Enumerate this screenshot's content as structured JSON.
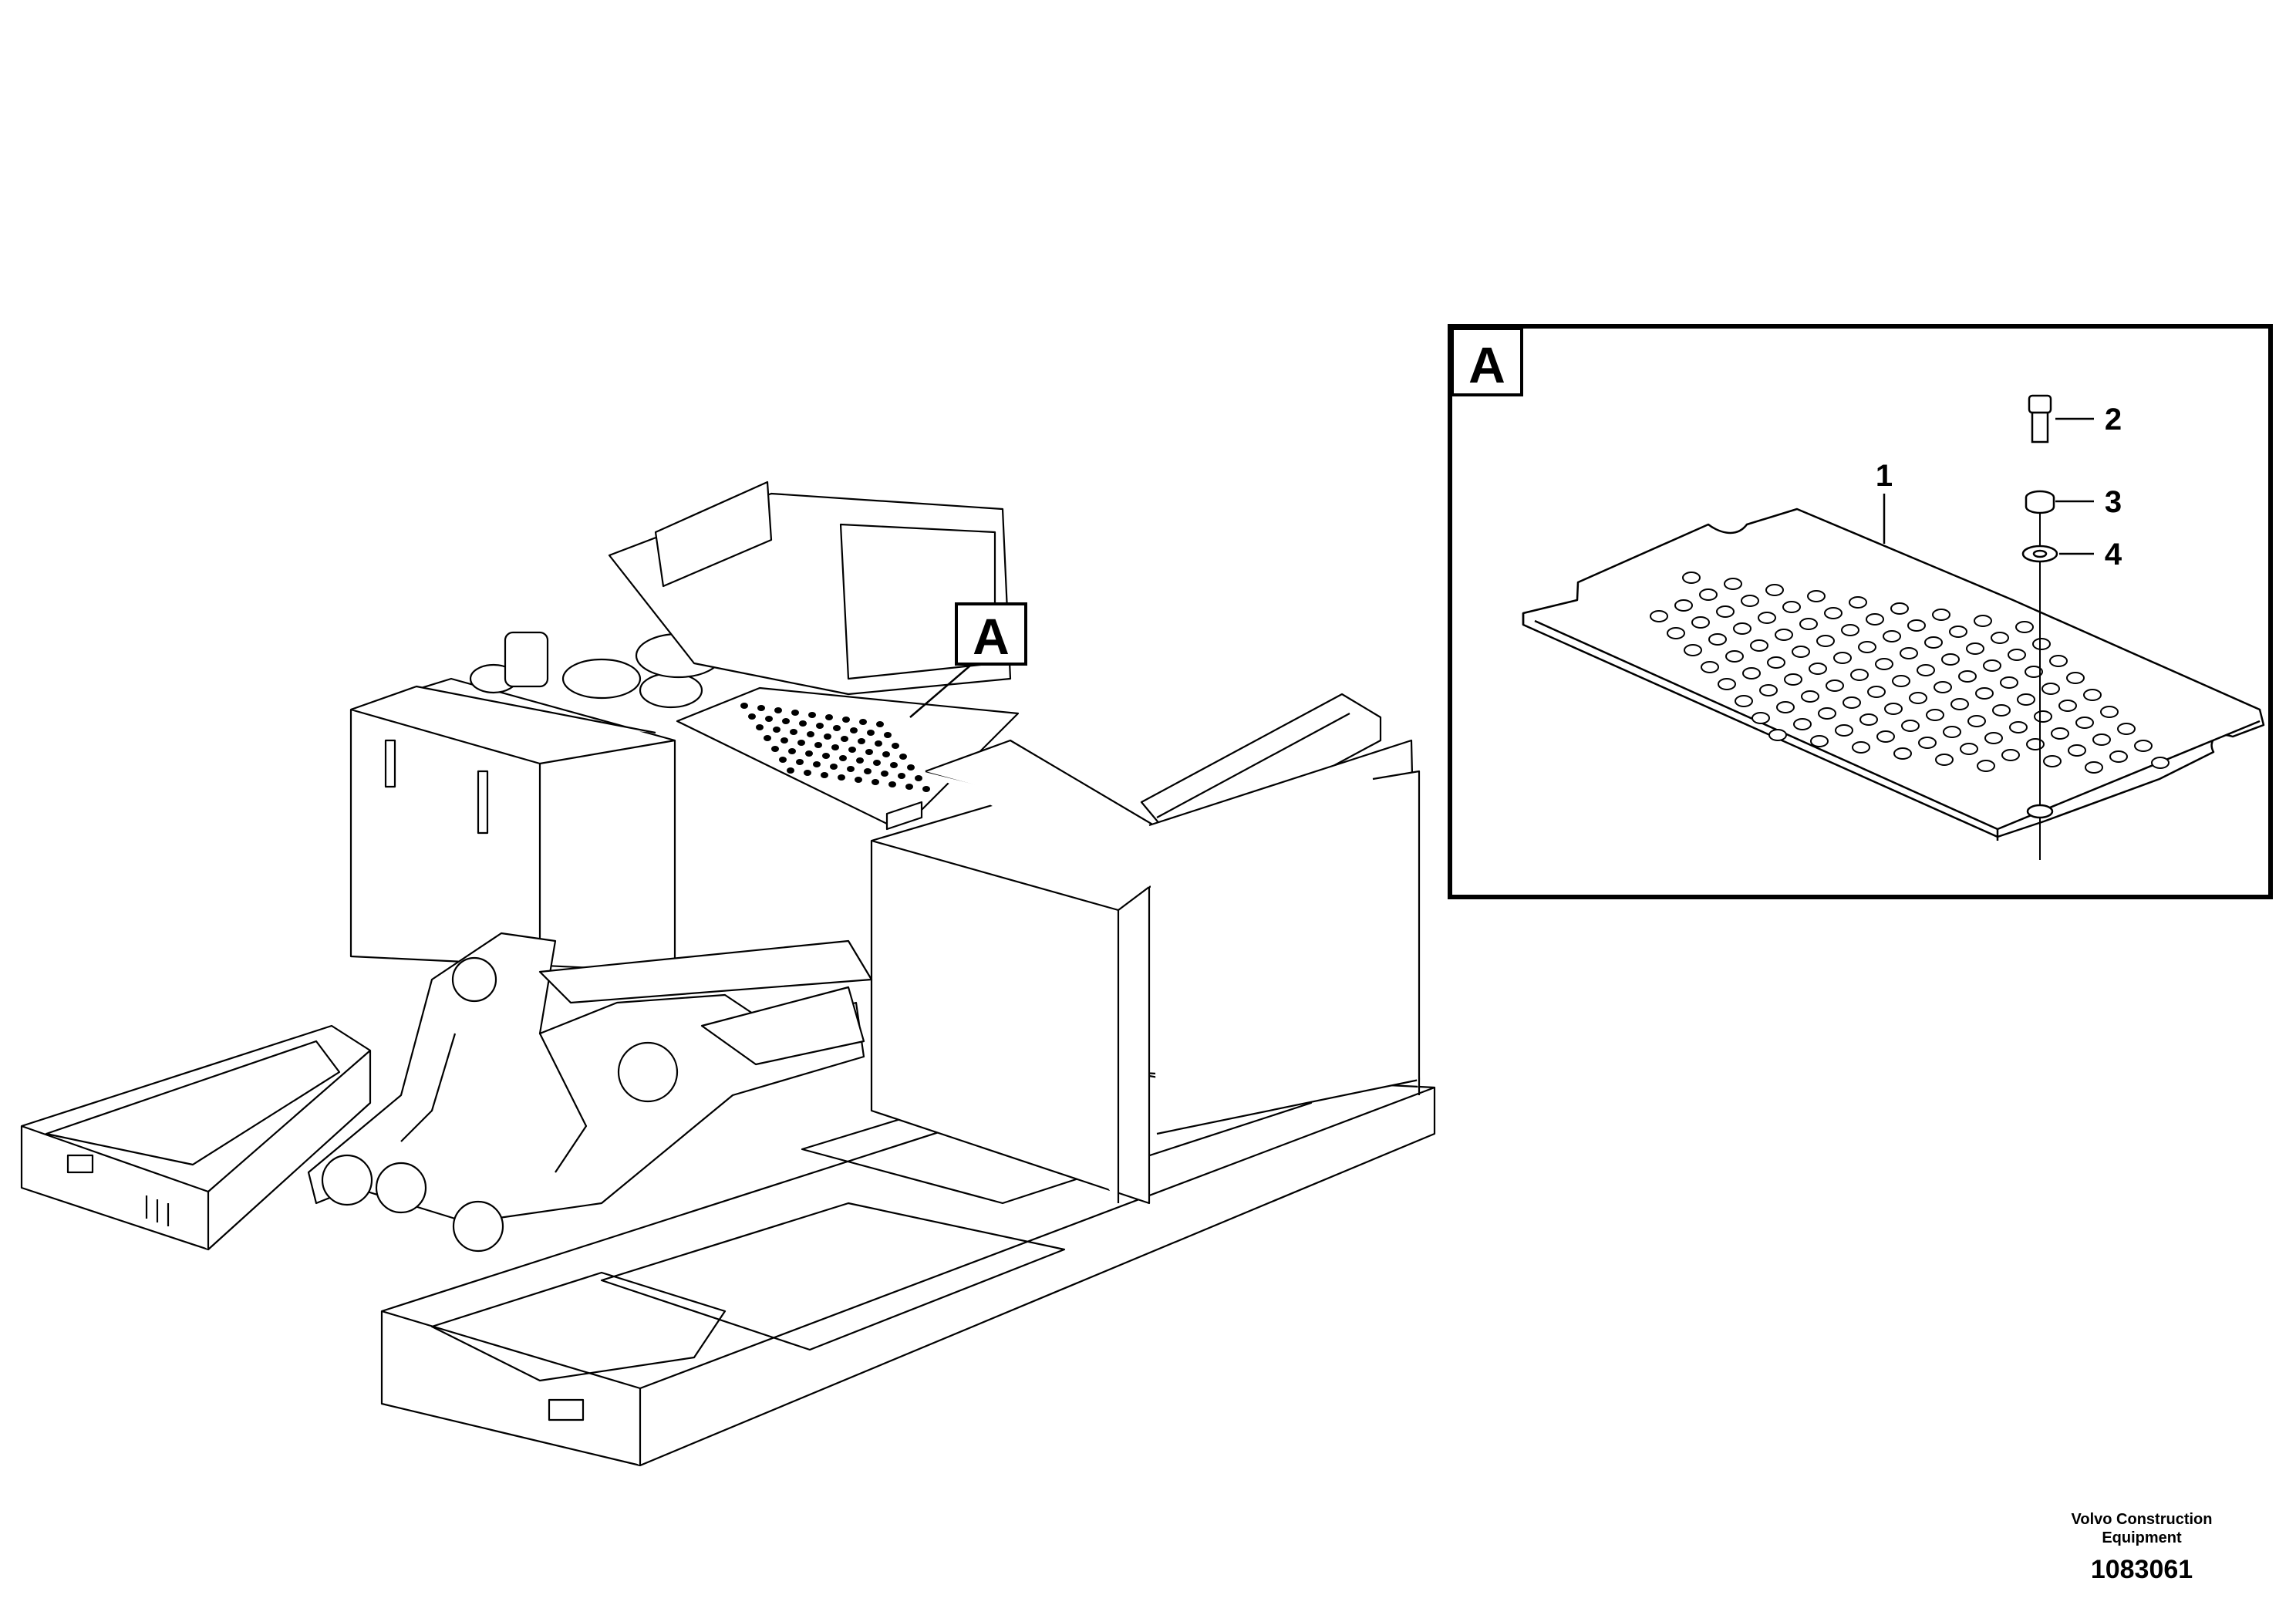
{
  "callouts": {
    "main_view": "A",
    "detail_view": "A"
  },
  "parts": [
    {
      "number": "1"
    },
    {
      "number": "2"
    },
    {
      "number": "3"
    },
    {
      "number": "4"
    }
  ],
  "footer": {
    "company_line1": "Volvo Construction",
    "company_line2": "Equipment",
    "document_number": "1083061"
  }
}
